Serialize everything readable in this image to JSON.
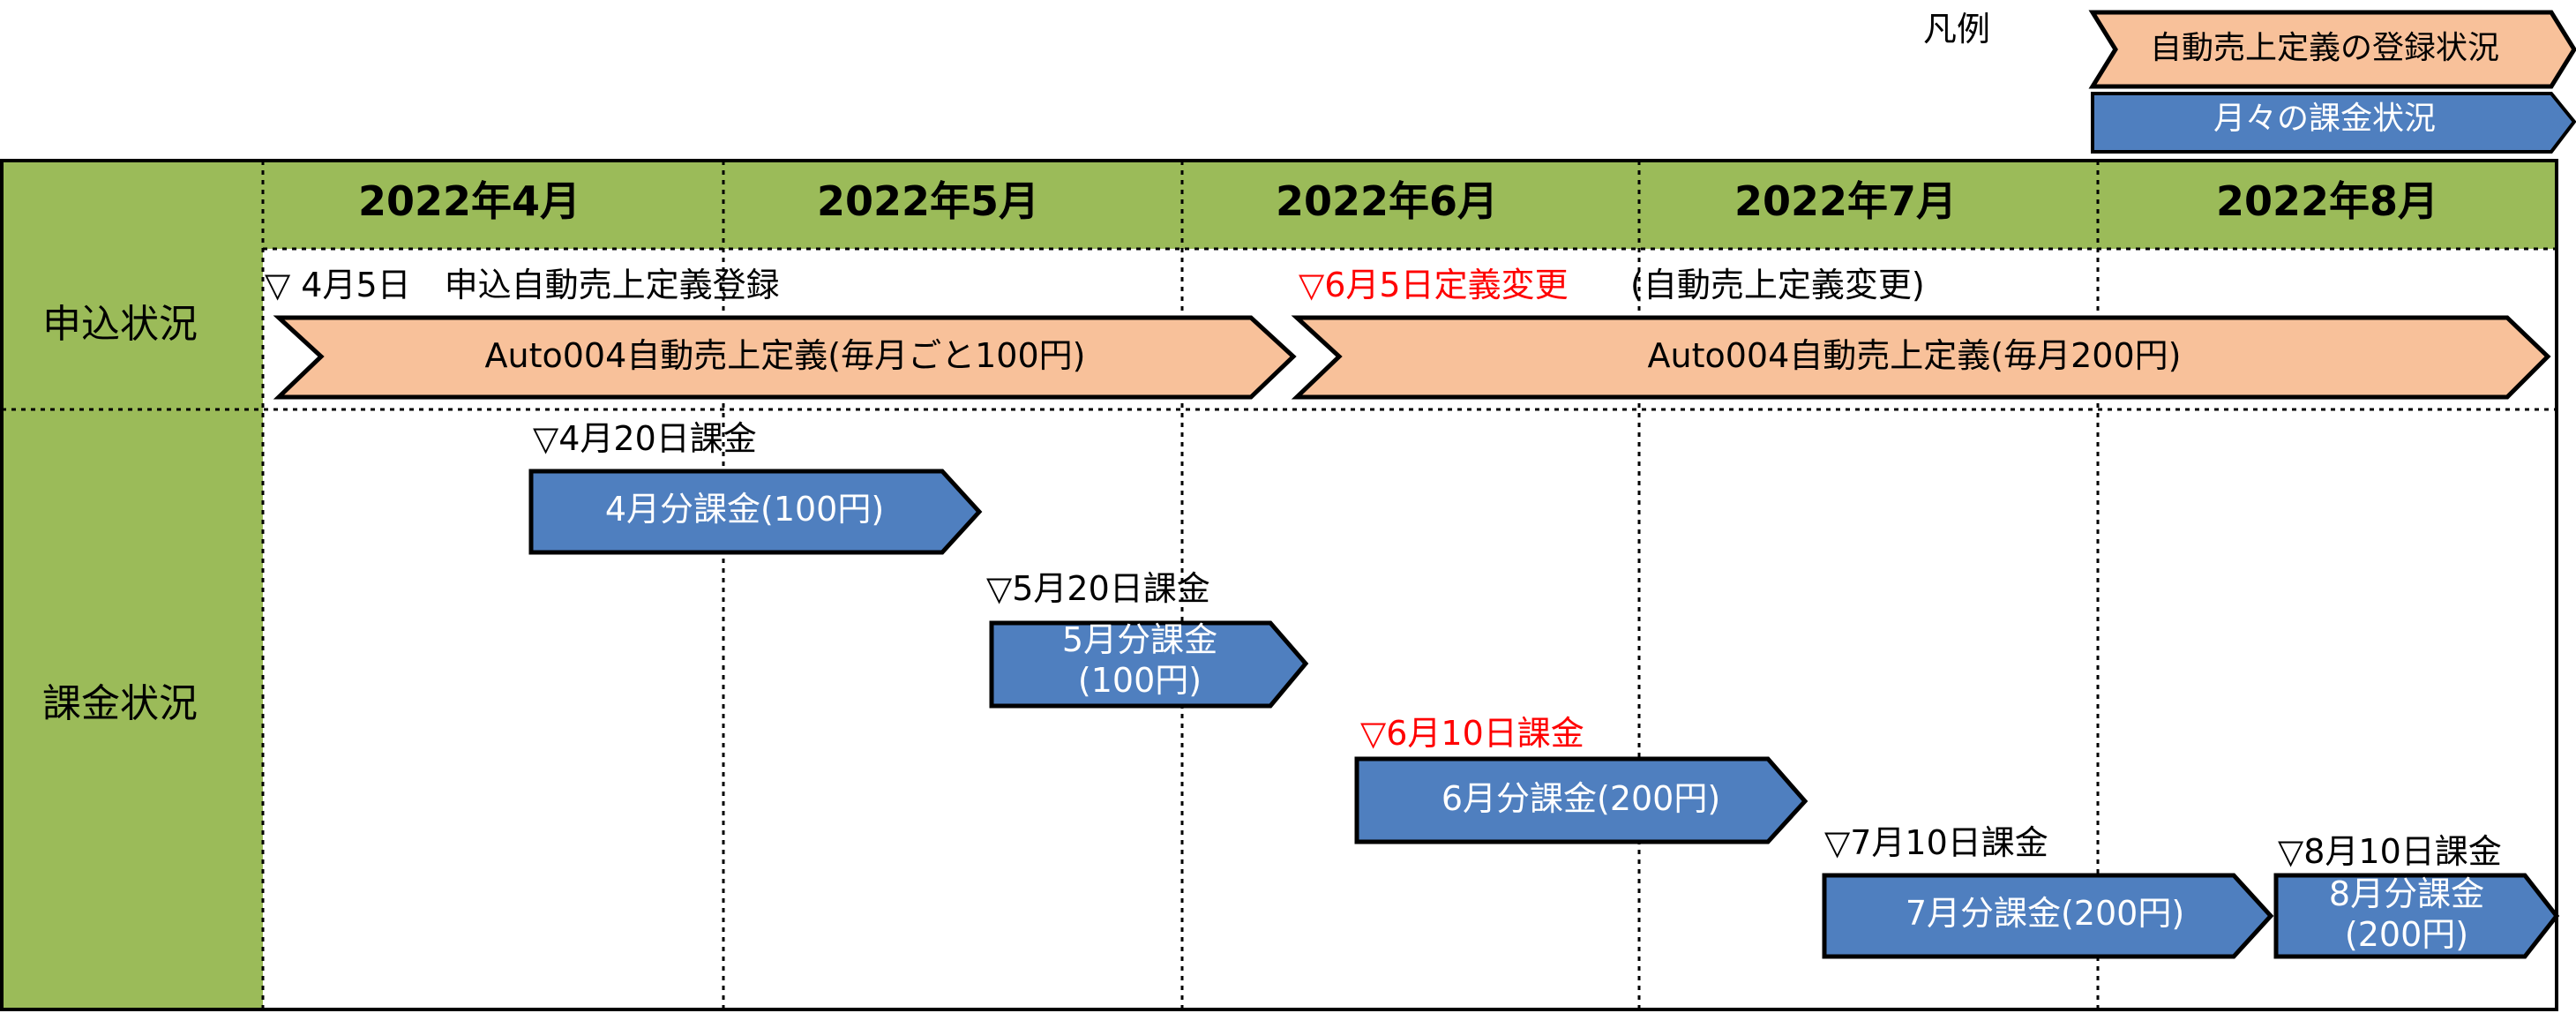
{
  "legend": {
    "title": "凡例",
    "items": [
      {
        "label": "自動売上定義の登録状況",
        "color": "#f8c19a"
      },
      {
        "label": "月々の課金状況",
        "color": "#4f7fbf"
      }
    ]
  },
  "months": [
    "2022年4月",
    "2022年5月",
    "2022年6月",
    "2022年7月",
    "2022年8月"
  ],
  "rows": {
    "application": "申込状況",
    "billing": "課金状況"
  },
  "application": {
    "markers": [
      {
        "text": "▽ 4月5日　申込自動売上定義登録",
        "color": "#000000"
      },
      {
        "text": "▽6月5日定義変更",
        "color": "#ff0000"
      },
      {
        "text": "(自動売上定義変更)",
        "color": "#000000"
      }
    ],
    "bars": [
      {
        "label": "Auto004自動売上定義(毎月ごと100円)"
      },
      {
        "label": "Auto004自動売上定義(毎月200円)"
      }
    ]
  },
  "billing": {
    "events": [
      {
        "marker": "▽4月20日課金",
        "marker_color": "#000000",
        "lines": [
          "4月分課金(100円)"
        ]
      },
      {
        "marker": "▽5月20日課金",
        "marker_color": "#000000",
        "lines": [
          "5月分課金",
          "(100円)"
        ]
      },
      {
        "marker": "▽6月10日課金",
        "marker_color": "#ff0000",
        "lines": [
          "6月分課金(200円)"
        ]
      },
      {
        "marker": "▽7月10日課金",
        "marker_color": "#000000",
        "lines": [
          "7月分課金(200円)"
        ]
      },
      {
        "marker": "▽8月10日課金",
        "marker_color": "#000000",
        "lines": [
          "8月分課金",
          "(200円)"
        ]
      }
    ]
  },
  "colors": {
    "header_green": "#9bbb59",
    "orange": "#f8c19a",
    "blue": "#4f7fbf"
  }
}
